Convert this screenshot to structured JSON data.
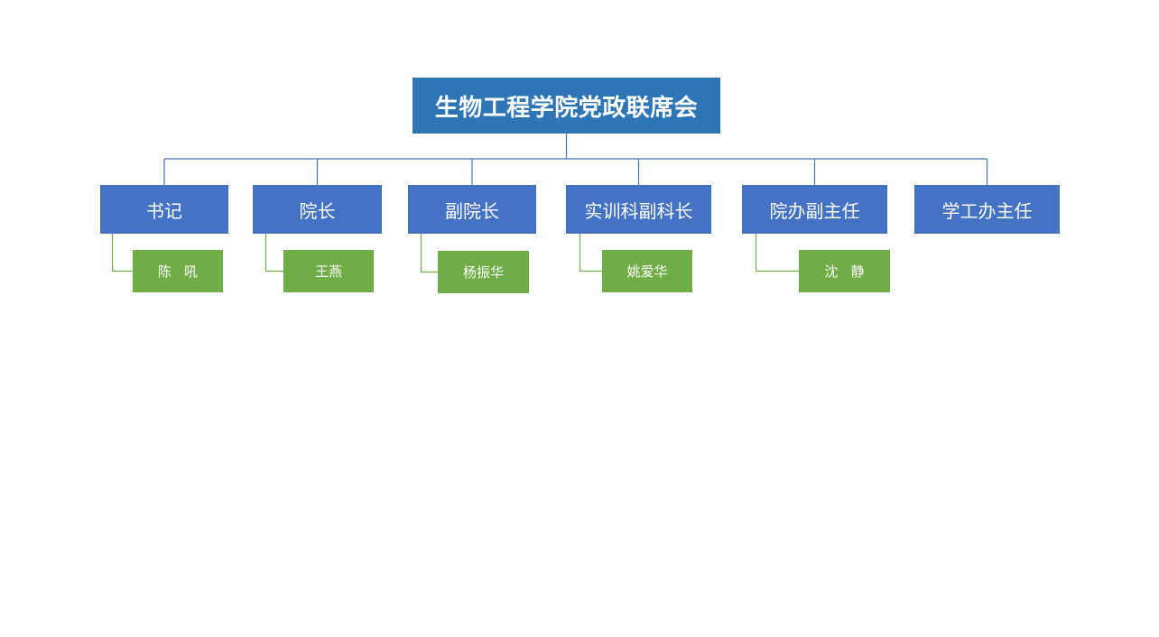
{
  "org_chart": {
    "root": {
      "label": "生物工程学院党政联席会",
      "color": "#2e75b6"
    },
    "role_color": "#4472c4",
    "member_color": "#70ad47",
    "roles": [
      {
        "label": "书记",
        "member": "陈   吼"
      },
      {
        "label": "院长",
        "member": "王燕"
      },
      {
        "label": "副院长",
        "member": "杨振华"
      },
      {
        "label": "实训科副科长",
        "member": "姚爱华"
      },
      {
        "label": "院办副主任",
        "member": "沈   静"
      },
      {
        "label": "学工办主任",
        "member": null
      }
    ]
  }
}
